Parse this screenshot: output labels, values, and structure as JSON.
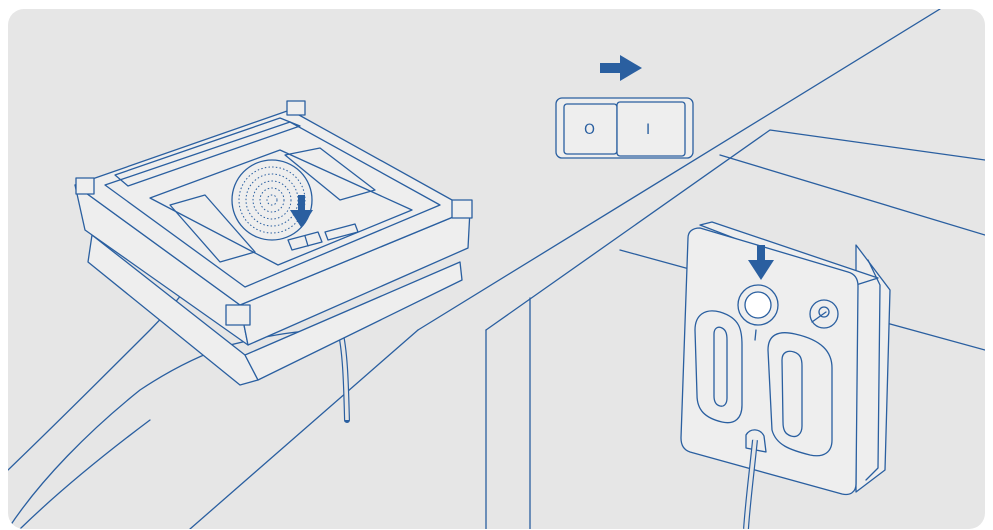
{
  "illustration": {
    "switch": {
      "off_symbol": "O",
      "on_symbol": "I",
      "state": "on"
    },
    "icons": [
      "right-arrow-icon",
      "down-arrow-icon"
    ],
    "colors": {
      "background": "#e6e6e6",
      "line": "#2a5fa0",
      "accent": "#2a5fa0"
    }
  }
}
